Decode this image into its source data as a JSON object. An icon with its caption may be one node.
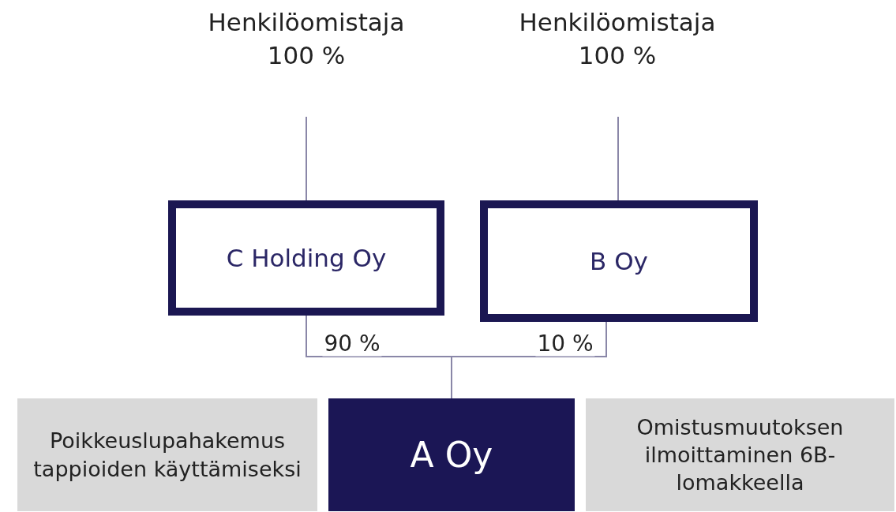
{
  "diagram": {
    "nodes": [
      {
        "text": [
          "Henkilöomistaja",
          "100 %"
        ]
      },
      {
        "text": [
          "Henkilöomistaja",
          "100 %"
        ]
      },
      {
        "text": [
          "C Holding Oy"
        ]
      },
      {
        "text": [
          "B Oy"
        ]
      },
      {
        "text": [
          "Poikkeuslupahakemus tappioiden käyttämiseksi"
        ]
      },
      {
        "text": [
          "A Oy"
        ]
      },
      {
        "text": [
          "Omistusmuutoksen ilmoittaminen 6B-lomakkeella"
        ]
      }
    ],
    "edges": [
      {
        "from": 0,
        "to": 2,
        "arrow": "none"
      },
      {
        "from": 1,
        "to": 3,
        "arrow": "none"
      },
      {
        "from": 2,
        "to": 5,
        "arrow": "none",
        "label": "90 %"
      },
      {
        "from": 3,
        "to": 5,
        "arrow": "none",
        "label": "10 %"
      }
    ]
  }
}
